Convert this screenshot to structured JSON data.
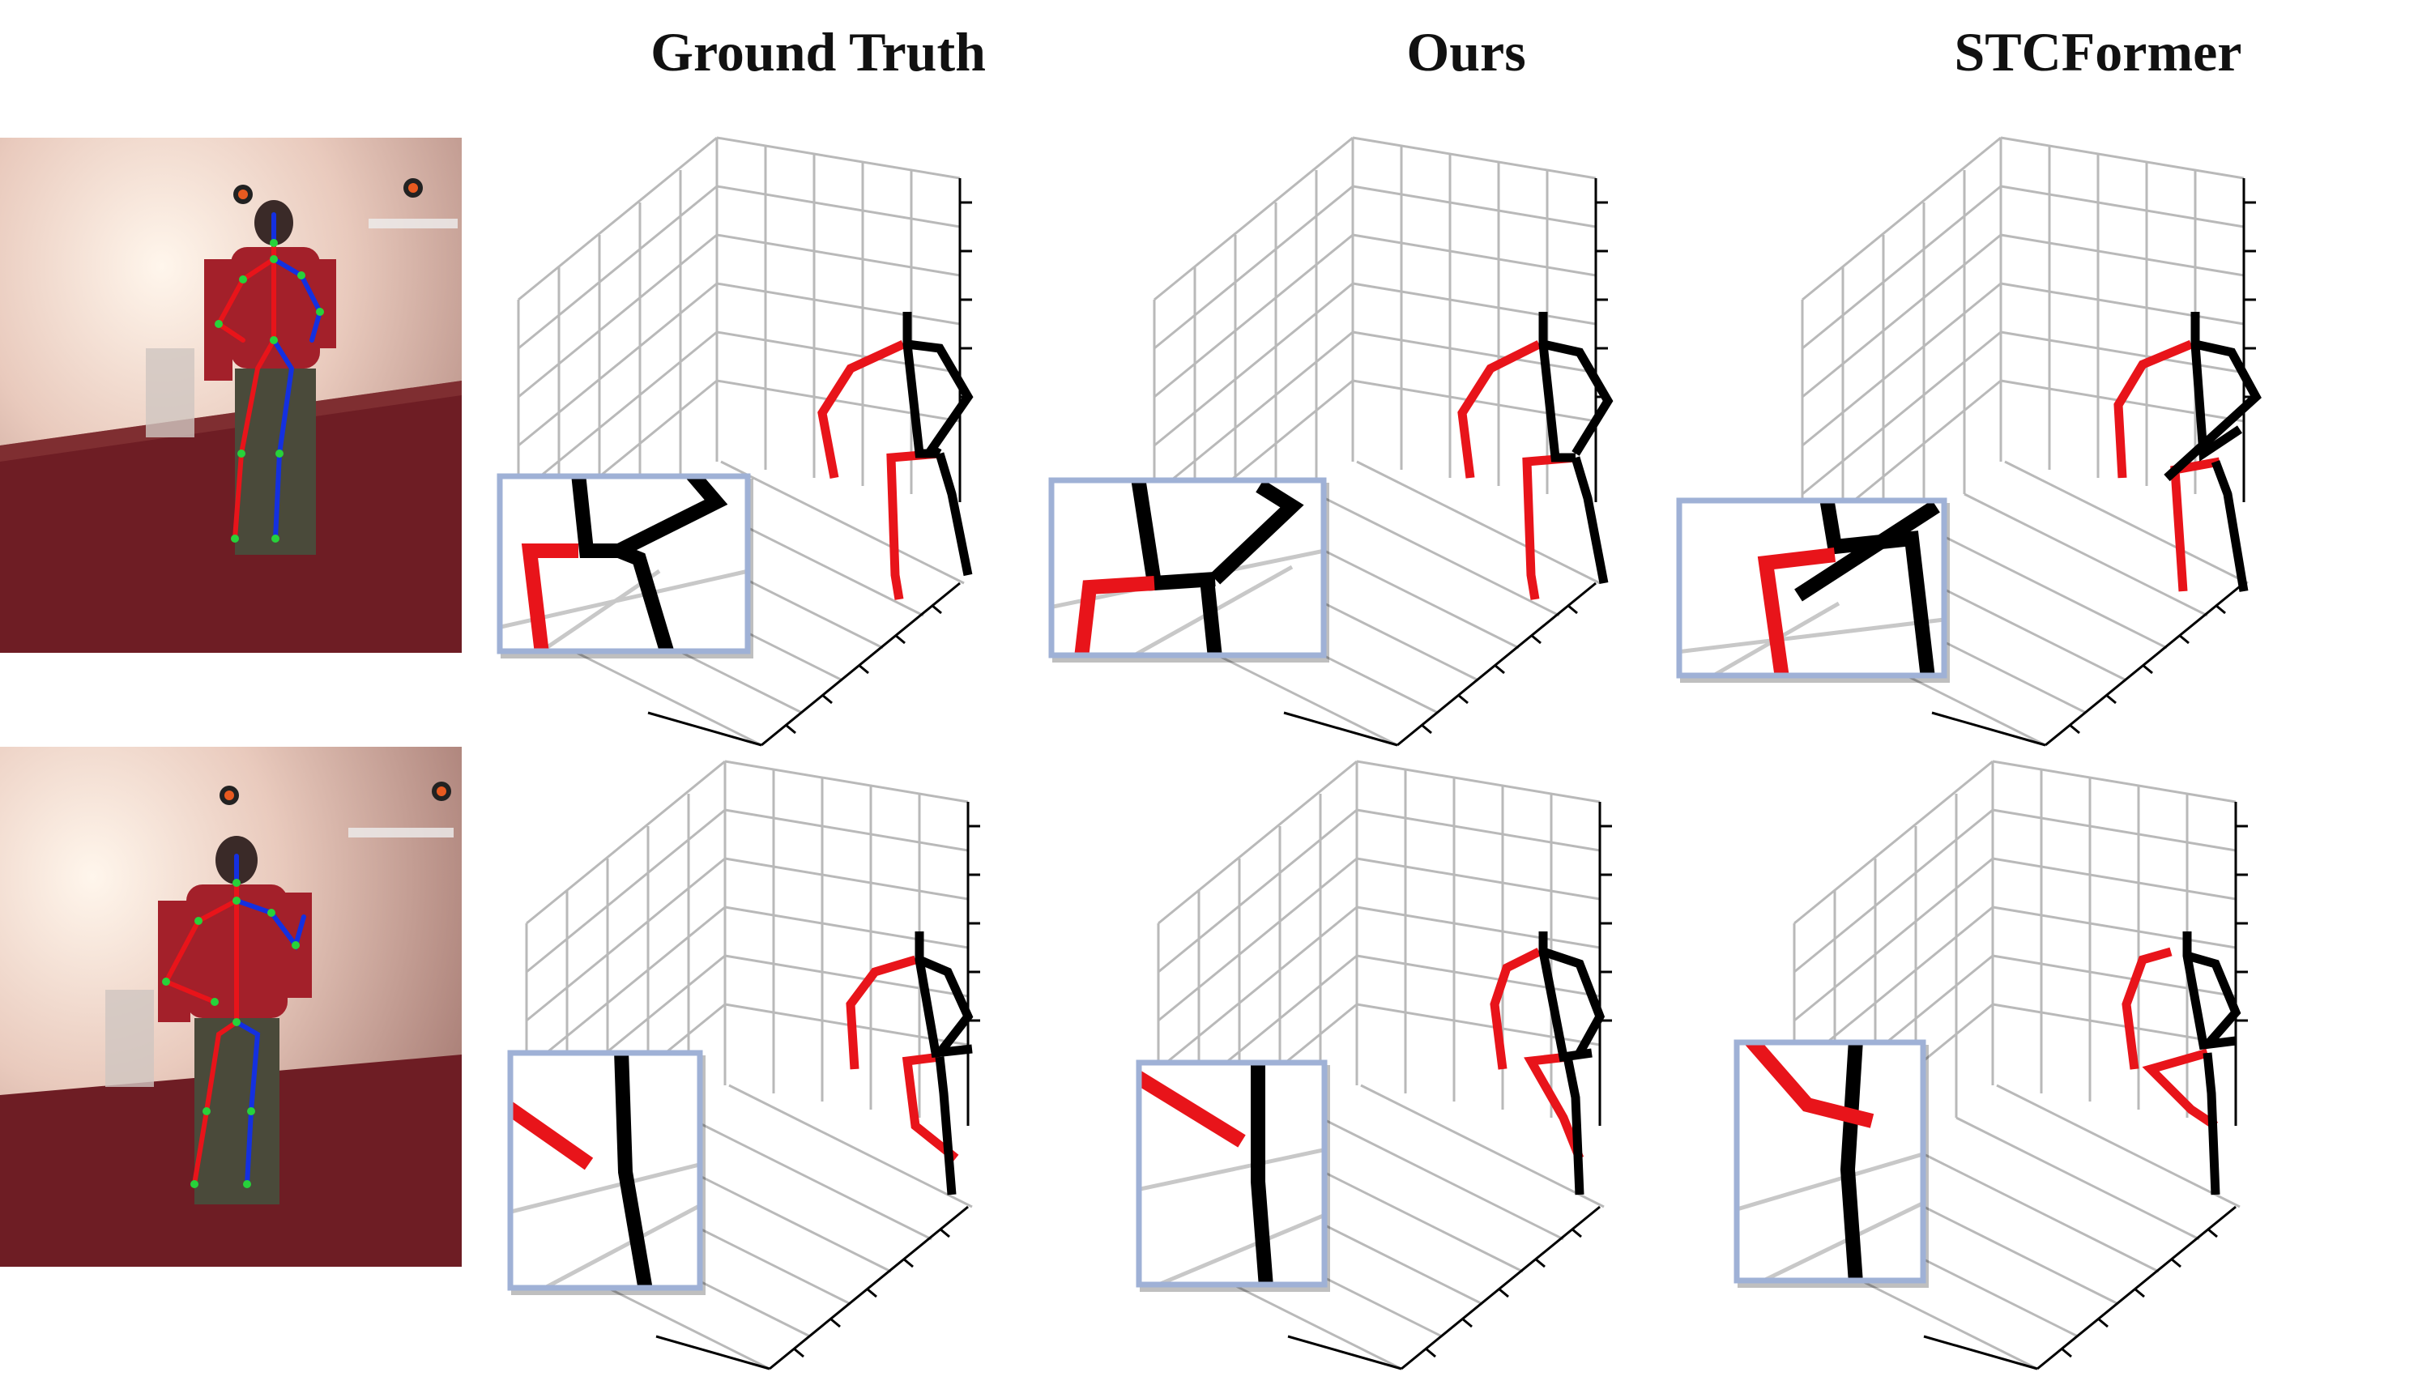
{
  "columns": {
    "ground_truth": "Ground Truth",
    "ours": "Ours",
    "stcformer": "STCFormer"
  },
  "colors": {
    "right_limb": "#e8141a",
    "left_limb": "#000000",
    "grid": "#b9b9b9",
    "inset_border": "#9fb1d6",
    "wall": "#d8b7b0",
    "floor": "#6e1d24",
    "overlay_right": "#e8141a",
    "overlay_left": "#1430e0",
    "overlay_joint": "#27d23a"
  },
  "icons": {
    "skeleton": "3d-pose-skeleton",
    "photo": "human-subject-photo"
  }
}
